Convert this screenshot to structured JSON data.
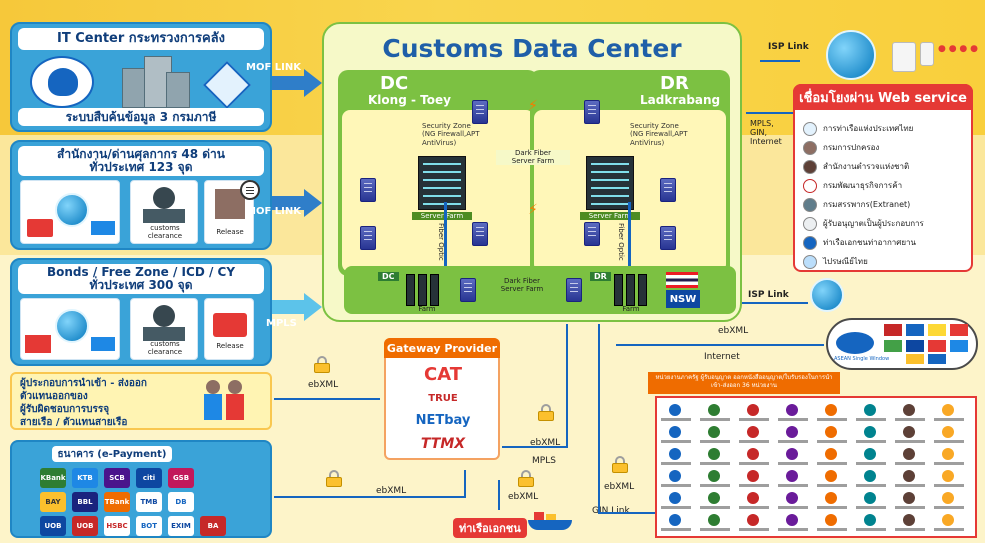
{
  "title": "Customs Data Center",
  "dc": {
    "title": "DC",
    "subtitle": "Klong - Toey",
    "security": "Security Zone\n(NG Firewall,APT\nAntiVirus)",
    "server_farm": "Server Farm",
    "fiber": "Fiber Optic"
  },
  "dr": {
    "title": "DR",
    "subtitle": "Ladkrabang",
    "security": "Security Zone\n(NG Firewall,APT\nAntiVirus)",
    "server_farm": "Server Farm",
    "fiber": "Fiber Optic"
  },
  "dark_fiber": "Dark Fiber\nServer Farm",
  "farm_strip": {
    "dc": "DC",
    "dr": "DR",
    "farm_left": "Farm",
    "farm_right": "Farm",
    "dark_fiber": "Dark Fiber\nServer Farm",
    "nsw": "NSW"
  },
  "left_panels": {
    "it_center": {
      "title": "IT Center กระทรวงการคลัง",
      "footer": "ระบบสืบค้นข้อมูล 3 กรมภาษี",
      "link": "MOF LINK"
    },
    "offices": {
      "title": "สำนักงาน/ด่านศุลกากร 48 ด่าน\nทั่วประเทศ 123 จุด",
      "link": "MOF LINK",
      "captions": [
        "customs\nclearance",
        "Release"
      ]
    },
    "bonds": {
      "title": "Bonds / Free Zone / ICD / CY\nทั่วประเทศ 300 จุด",
      "link": "MPLS",
      "captions": [
        "customs\nclearance",
        "Release"
      ]
    }
  },
  "traders": [
    "ผู้ประกอบการนำเข้า - ส่งออก",
    "ตัวแทนออกของ",
    "ผู้รับผิดชอบการบรรจุ",
    "สายเรือ / ตัวแทนสายเรือ"
  ],
  "bank": {
    "title": "ธนาคาร (e-Payment)",
    "logos": [
      "KBank",
      "KTB",
      "SCB",
      "citi",
      "GSB",
      "BAY",
      "BBL",
      "TBank",
      "TMB",
      "DB",
      "UOB",
      "UOB",
      "HSBC",
      "BOT",
      "EXIM",
      "BA"
    ]
  },
  "gateway": {
    "title": "Gateway Provider",
    "providers": [
      "CAT",
      "TRUE",
      "NETbay",
      "TTMX"
    ]
  },
  "links": {
    "isp_top": "ISP Link",
    "isp_right": "ISP Link",
    "mpls_gin": "MPLS,\nGIN,\nInternet",
    "ebxml_left": "ebXML",
    "ebxml_bank": "ebXML",
    "ebxml_mpls": "ebXML",
    "mpls": "MPLS",
    "ebxml_ship": "ebXML",
    "ebxml_gin": "ebXML",
    "gin_link": "GIN Link",
    "ebxml_asean": "ebXML",
    "internet": "Internet"
  },
  "web_service": {
    "title": "เชื่อมโยงผ่าน Web service",
    "items": [
      "การท่าเรือแห่งประเทศไทย",
      "กรมการปกครอง",
      "สำนักงานตำรวจแห่งชาติ",
      "กรมพัฒนาธุรกิจการค้า",
      "กรมสรรพากร(Extranet)",
      "ผู้รับอนุญาตเป็นผู้ประกอบการ",
      "ท่าเรือเอกชนท่าอากาศยาน",
      "ไปรษณีย์ไทย"
    ]
  },
  "asean_label": "ASEAN Single Window",
  "agencies_note": "หน่วยงานภาครัฐ ผู้รับอนุญาต ออกหนังสืออนุญาต/ใบรับรองในการนำเข้า-ส่งออก 36 หน่วยงาน",
  "ship_label": "ท่าเรือเอกชน",
  "colors": {
    "accent_blue": "#1f5fa8",
    "green": "#7cc142",
    "red": "#e53935",
    "orange": "#ef6c00"
  }
}
